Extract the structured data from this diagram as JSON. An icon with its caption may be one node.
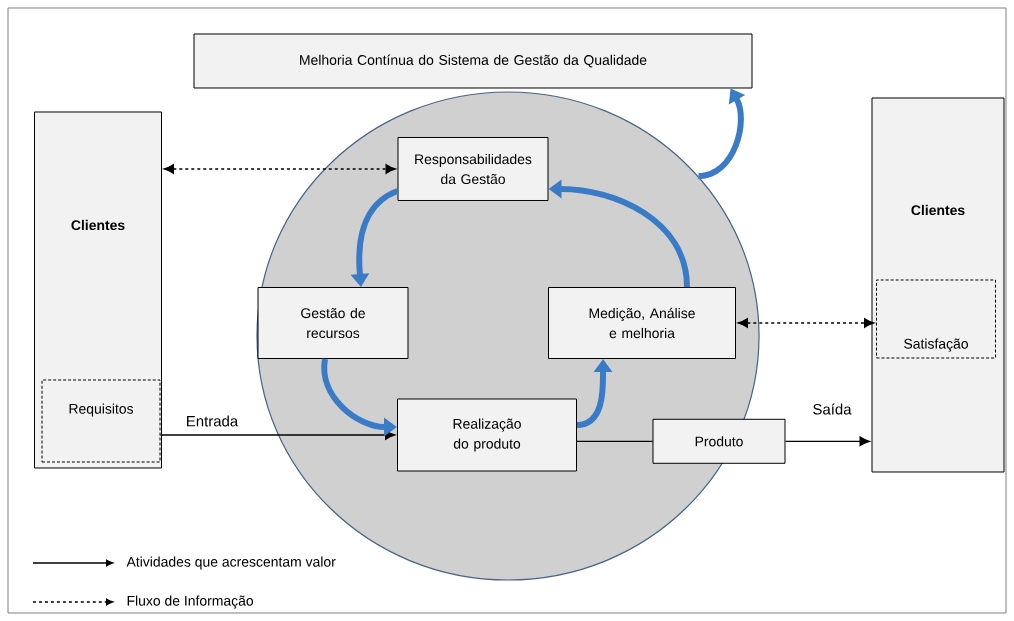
{
  "diagram": {
    "nodes": [
      {
        "text": [
          "Melhoria Contínua do Sistema de Gestão da Qualidade"
        ]
      },
      {
        "text": [
          "Clientes"
        ]
      },
      {
        "text": [
          "Requisitos"
        ],
        "in": 1
      },
      {
        "text": [],
        "shape": "circle"
      },
      {
        "text": [
          "Responsabilidades da Gestão"
        ],
        "in": 3
      },
      {
        "text": [
          "Gestão de recursos"
        ],
        "in": 3
      },
      {
        "text": [
          "Medição, Análise e melhoria"
        ],
        "in": 3
      },
      {
        "text": [
          "Realização do produto"
        ],
        "in": 3
      },
      {
        "text": [
          "Produto"
        ]
      },
      {
        "text": [
          "Clientes"
        ]
      },
      {
        "text": [
          "Satisfação"
        ],
        "in": 9
      }
    ],
    "edges": [
      {
        "from": 1,
        "to": 4,
        "arrow": "both",
        "style": "dashed"
      },
      {
        "from": 6,
        "to": 10,
        "arrow": "both",
        "style": "dashed"
      },
      {
        "from": 2,
        "to": 7,
        "arrow": "to",
        "label": "Entrada"
      },
      {
        "from": 7,
        "to": 8,
        "arrow": "none"
      },
      {
        "from": 8,
        "to": 9,
        "arrow": "to",
        "label": "Saída"
      },
      {
        "from": 4,
        "to": 5,
        "arrow": "to",
        "style": "thick",
        "color": "#3a7bc8"
      },
      {
        "from": 5,
        "to": 7,
        "arrow": "to",
        "style": "thick",
        "color": "#3a7bc8"
      },
      {
        "from": 7,
        "to": 6,
        "arrow": "to",
        "style": "thick",
        "color": "#3a7bc8"
      },
      {
        "from": 6,
        "to": 4,
        "arrow": "to",
        "style": "thick",
        "color": "#3a7bc8"
      },
      {
        "from": 3,
        "to": 0,
        "arrow": "to",
        "style": "thick",
        "color": "#3a7bc8"
      }
    ],
    "legend": [
      {
        "text": "Atividades que acrescentam valor"
      },
      {
        "text": "Fluxo de Informação"
      }
    ]
  }
}
